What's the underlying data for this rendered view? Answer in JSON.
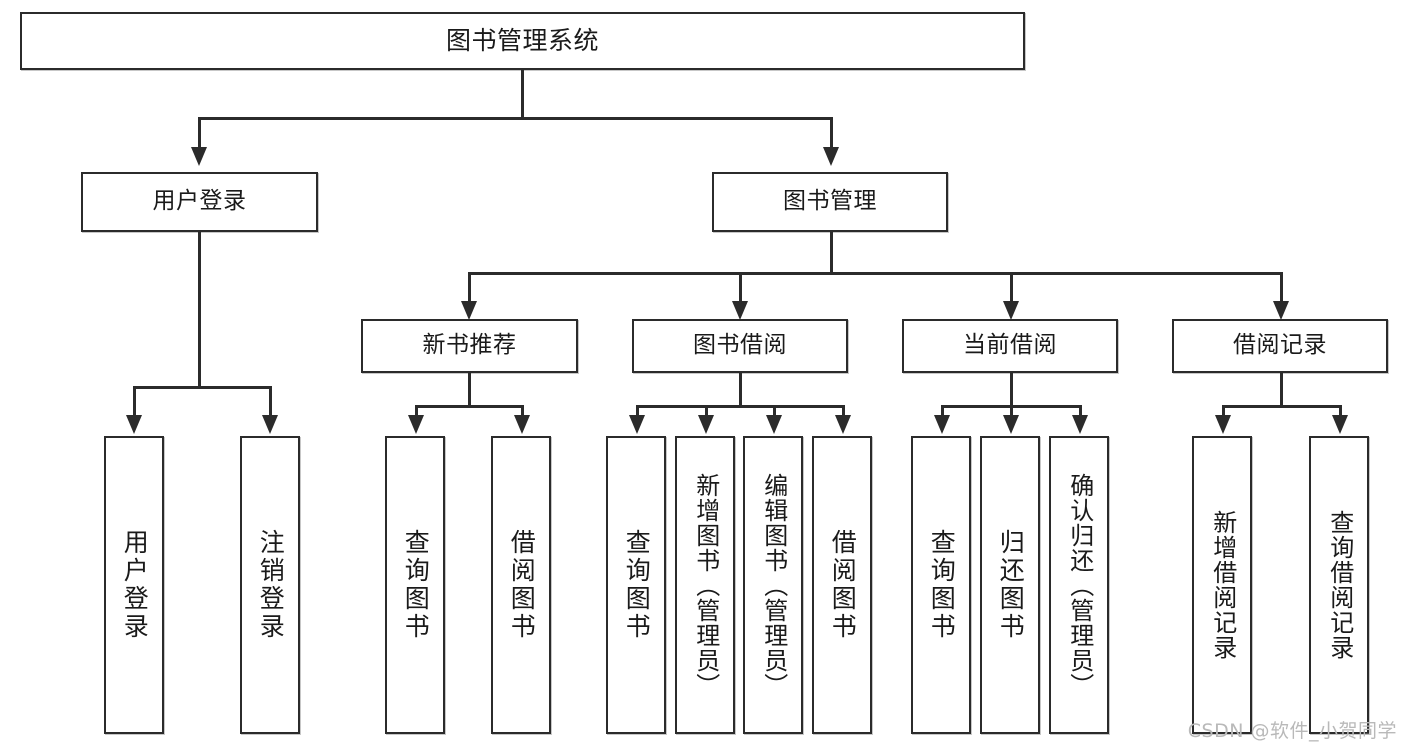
{
  "diagram": {
    "type": "tree-hierarchy-chart",
    "title": "图书管理系统",
    "watermark": "CSDN @软件_小贺同学",
    "colors": {
      "box_border": "#2b2b2b",
      "box_fill": "#ffffff",
      "text": "#1a1a1a",
      "connector": "#2b2b2b",
      "watermark": "#b9b9b9",
      "background": "#ffffff"
    },
    "root": {
      "label": "图书管理系统"
    },
    "level1": [
      {
        "label": "用户登录"
      },
      {
        "label": "图书管理"
      }
    ],
    "user_login_children": [
      {
        "label": "用户登录"
      },
      {
        "label": "注销登录"
      }
    ],
    "level2": [
      {
        "label": "新书推荐"
      },
      {
        "label": "图书借阅"
      },
      {
        "label": "当前借阅"
      },
      {
        "label": "借阅记录"
      }
    ],
    "new_book_children": [
      {
        "label": "查询图书"
      },
      {
        "label": "借阅图书"
      }
    ],
    "borrow_children": [
      {
        "label": "查询图书"
      },
      {
        "label": "新增图书（管理员）"
      },
      {
        "label": "编辑图书（管理员）"
      },
      {
        "label": "借阅图书"
      }
    ],
    "current_borrow_children": [
      {
        "label": "查询图书"
      },
      {
        "label": "归还图书"
      },
      {
        "label": "确认归还（管理员）"
      }
    ],
    "record_children": [
      {
        "label": "新增借阅记录"
      },
      {
        "label": "查询借阅记录"
      }
    ]
  }
}
